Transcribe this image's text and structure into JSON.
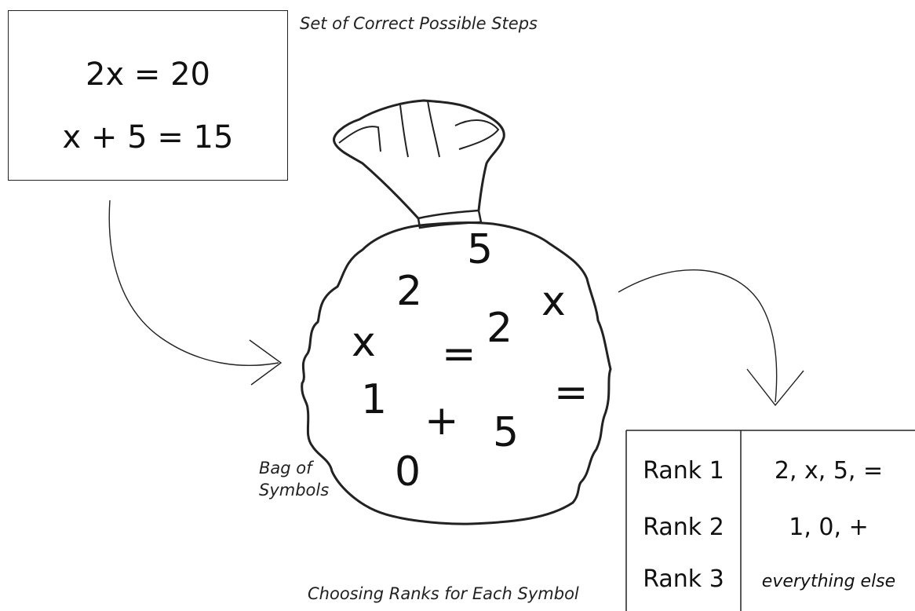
{
  "steps_box": {
    "step1": "2x = 20",
    "step2": "x + 5 = 15"
  },
  "captions": {
    "steps": "Set of Correct Possible Steps",
    "bag_line1": "Bag of",
    "bag_line2": "Symbols",
    "ranks": "Choosing Ranks for Each Symbol"
  },
  "bag_symbols": [
    "5",
    "2",
    "x",
    "x",
    "=",
    "2",
    "=",
    "1",
    "+",
    "5",
    "0"
  ],
  "rank_table": {
    "rows": [
      {
        "rank": "Rank 1",
        "symbols": "2, x, 5, ="
      },
      {
        "rank": "Rank 2",
        "symbols": "1, 0, +"
      },
      {
        "rank": "Rank 3",
        "symbols": "everything else"
      }
    ]
  }
}
